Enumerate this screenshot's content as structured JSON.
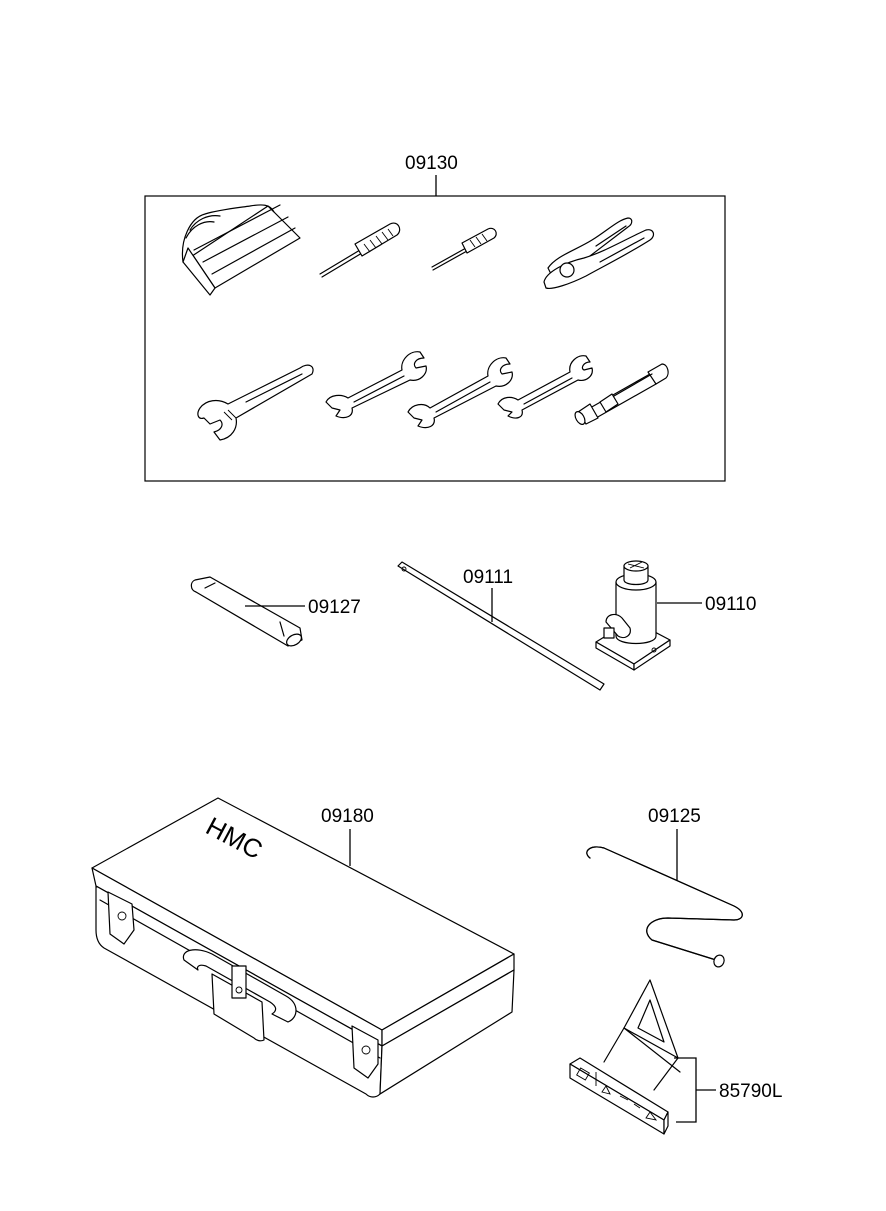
{
  "parts": {
    "tool_set": "09130",
    "lug_wrench": "09127",
    "jack_handle": "09111",
    "jack": "09110",
    "tool_case": "09180",
    "tool_case_logo": "HMC",
    "crank_handle": "09125",
    "warning_triangle": "85790L"
  }
}
